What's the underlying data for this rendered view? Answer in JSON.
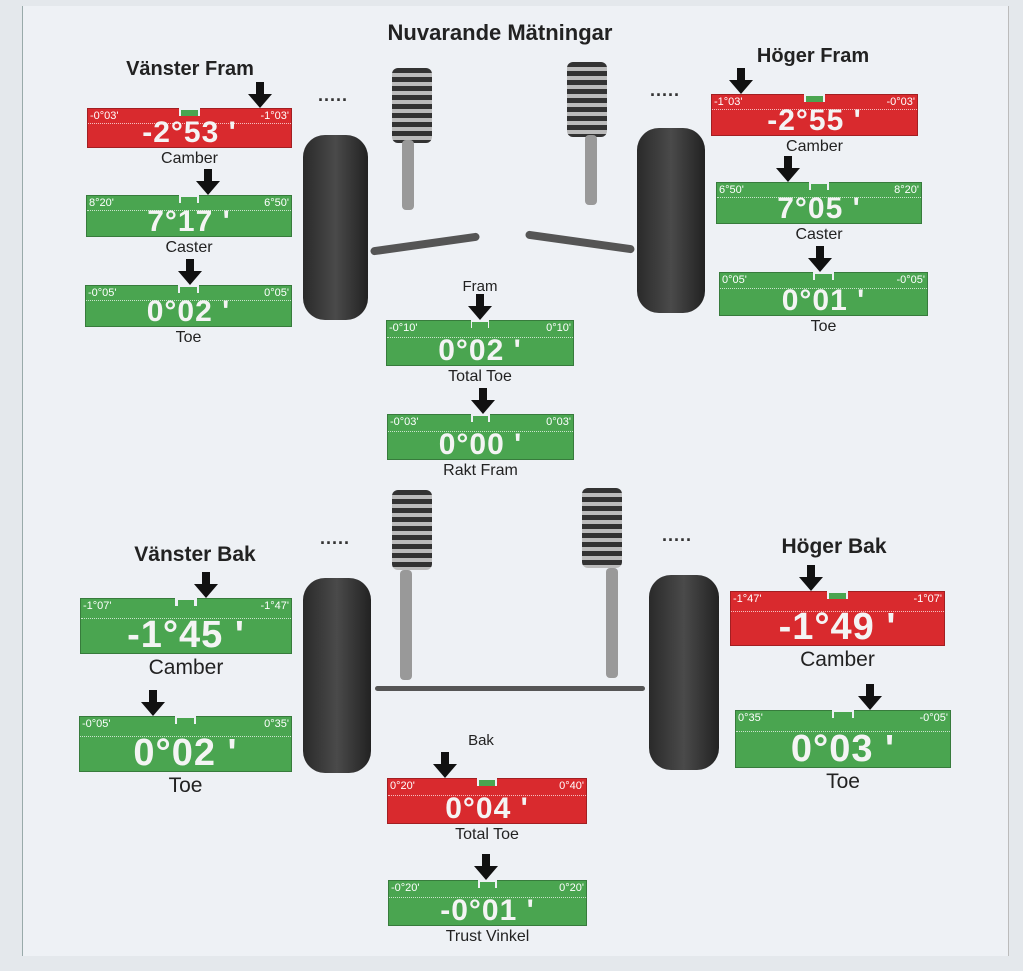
{
  "title": "Nuvarande Mätningar",
  "sections": {
    "left_front": "Vänster Fram",
    "right_front": "Höger Fram",
    "left_rear": "Vänster Bak",
    "right_rear": "Höger Bak",
    "front": "Fram",
    "rear": "Bak"
  },
  "colors": {
    "ok": "#4aa550",
    "bad": "#d92a2e"
  },
  "gauges": [
    {
      "id": "lf-camber",
      "label": "Camber",
      "min": "-0°03'",
      "max": "-1°03'",
      "value": "-2°53 '",
      "status": "bad"
    },
    {
      "id": "lf-caster",
      "label": "Caster",
      "min": "8°20'",
      "max": "6°50'",
      "value": "7°17 '",
      "status": "ok"
    },
    {
      "id": "lf-toe",
      "label": "Toe",
      "min": "-0°05'",
      "max": "0°05'",
      "value": "0°02 '",
      "status": "ok"
    },
    {
      "id": "rf-camber",
      "label": "Camber",
      "min": "-1°03'",
      "max": "-0°03'",
      "value": "-2°55 '",
      "status": "bad"
    },
    {
      "id": "rf-caster",
      "label": "Caster",
      "min": "6°50'",
      "max": "8°20'",
      "value": "7°05 '",
      "status": "ok"
    },
    {
      "id": "rf-toe",
      "label": "Toe",
      "min": "0°05'",
      "max": "-0°05'",
      "value": "0°01 '",
      "status": "ok"
    },
    {
      "id": "front-total-toe",
      "label": "Total Toe",
      "min": "-0°10'",
      "max": "0°10'",
      "value": "0°02 '",
      "status": "ok"
    },
    {
      "id": "straight-ahead",
      "label": "Rakt Fram",
      "min": "-0°03'",
      "max": "0°03'",
      "value": "0°00 '",
      "status": "ok"
    },
    {
      "id": "lr-camber",
      "label": "Camber",
      "min": "-1°07'",
      "max": "-1°47'",
      "value": "-1°45 '",
      "status": "ok"
    },
    {
      "id": "lr-toe",
      "label": "Toe",
      "min": "-0°05'",
      "max": "0°35'",
      "value": "0°02 '",
      "status": "ok"
    },
    {
      "id": "rr-camber",
      "label": "Camber",
      "min": "-1°47'",
      "max": "-1°07'",
      "value": "-1°49 '",
      "status": "bad"
    },
    {
      "id": "rr-toe",
      "label": "Toe",
      "min": "0°35'",
      "max": "-0°05'",
      "value": "0°03 '",
      "status": "ok"
    },
    {
      "id": "rear-total-toe",
      "label": "Total Toe",
      "min": "0°20'",
      "max": "0°40'",
      "value": "0°04 '",
      "status": "bad"
    },
    {
      "id": "thrust-angle",
      "label": "Trust Vinkel",
      "min": "-0°20'",
      "max": "0°20'",
      "value": "-0°01 '",
      "status": "ok"
    }
  ]
}
